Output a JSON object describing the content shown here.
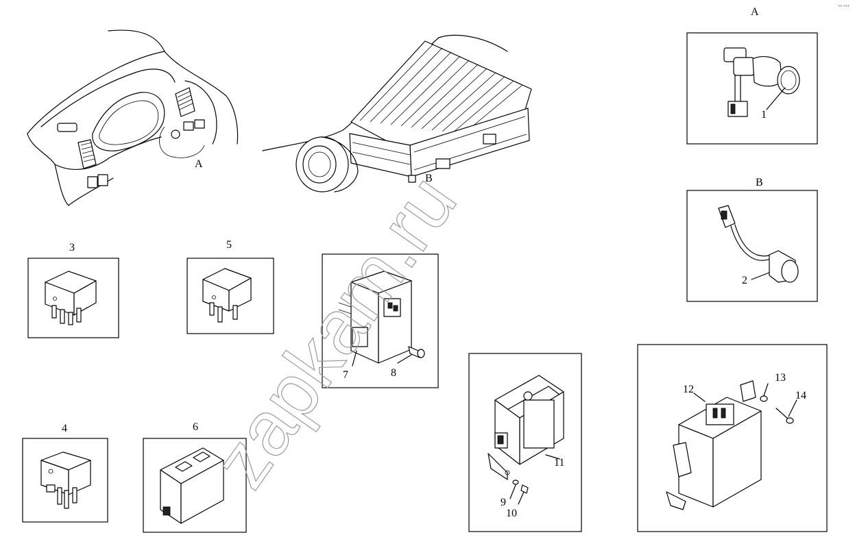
{
  "watermark": "zapkam.ru",
  "corner_mark": "°° °°°",
  "detail_labels": {
    "a": "A",
    "b": "B"
  },
  "callouts": {
    "c1": "1",
    "c2": "2",
    "c3": "3",
    "c4": "4",
    "c5": "5",
    "c6": "6",
    "c7": "7",
    "c8": "8",
    "c9": "9",
    "c10": "10",
    "c11": "11",
    "c12": "12",
    "c13": "13",
    "c14": "14"
  }
}
